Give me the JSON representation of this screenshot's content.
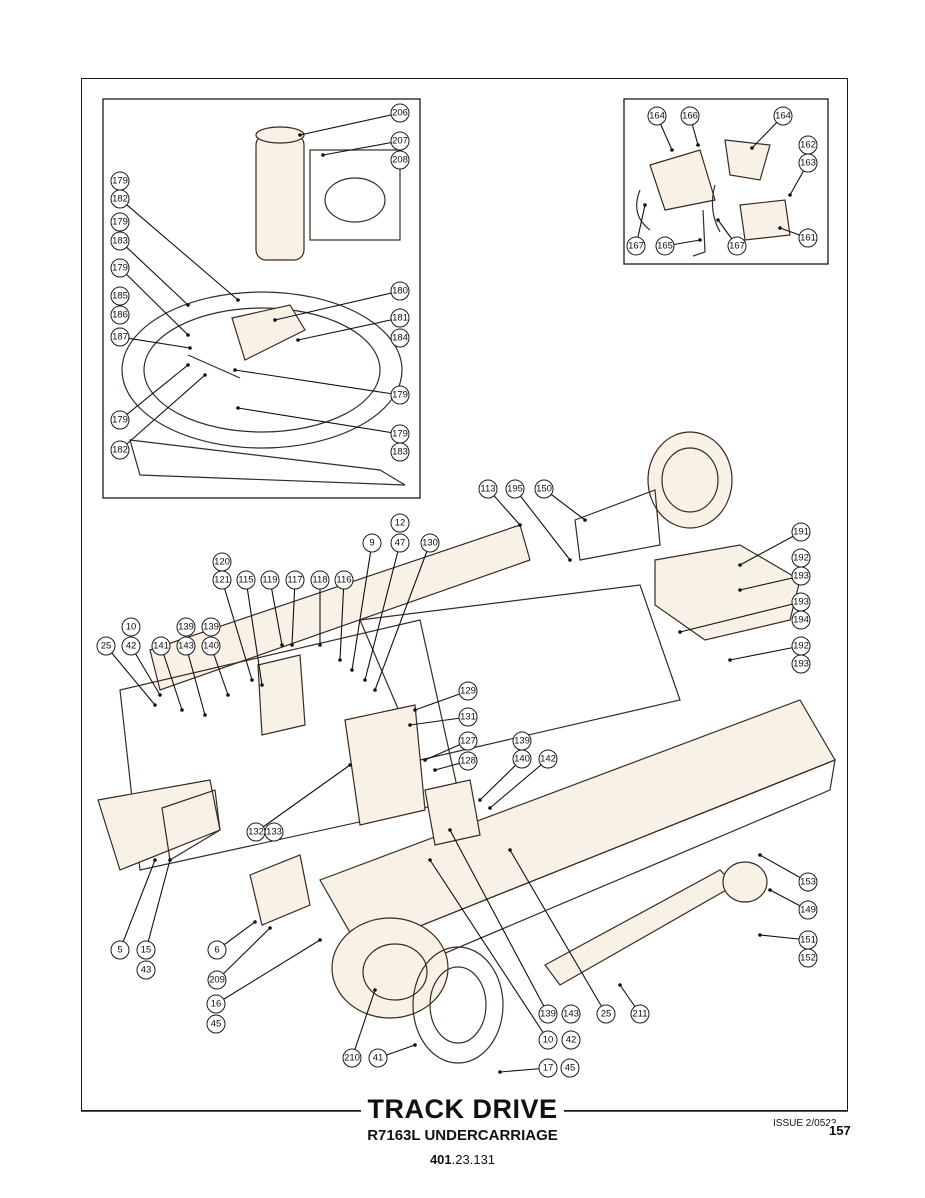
{
  "title": "TRACK DRIVE",
  "subtitle": "R7163L UNDERCARRIAGE",
  "part_code_bold": "401",
  "part_code_rest": ".23.131",
  "issue": "ISSUE 2/0523",
  "page_number": "157",
  "callouts_inset_left": [
    "206",
    "207",
    "208",
    "179",
    "182",
    "179",
    "183",
    "179",
    "185",
    "186",
    "187",
    "179",
    "182",
    "180",
    "181",
    "184",
    "179",
    "179",
    "183"
  ],
  "callouts_inset_right": [
    "164",
    "166",
    "164",
    "162",
    "163",
    "167",
    "165",
    "167",
    "161"
  ],
  "callouts_main": [
    "113",
    "195",
    "150",
    "12",
    "47",
    "130",
    "9",
    "120",
    "121",
    "115",
    "119",
    "117",
    "118",
    "116",
    "191",
    "192",
    "193",
    "193",
    "194",
    "192",
    "193",
    "10",
    "42",
    "139",
    "139",
    "141",
    "143",
    "140",
    "25",
    "129",
    "131",
    "127",
    "139",
    "140",
    "142",
    "128",
    "132",
    "133",
    "5",
    "15",
    "43",
    "6",
    "209",
    "16",
    "45",
    "153",
    "149",
    "151",
    "152",
    "211",
    "25",
    "139",
    "143",
    "10",
    "42",
    "210",
    "41",
    "17",
    "45"
  ]
}
